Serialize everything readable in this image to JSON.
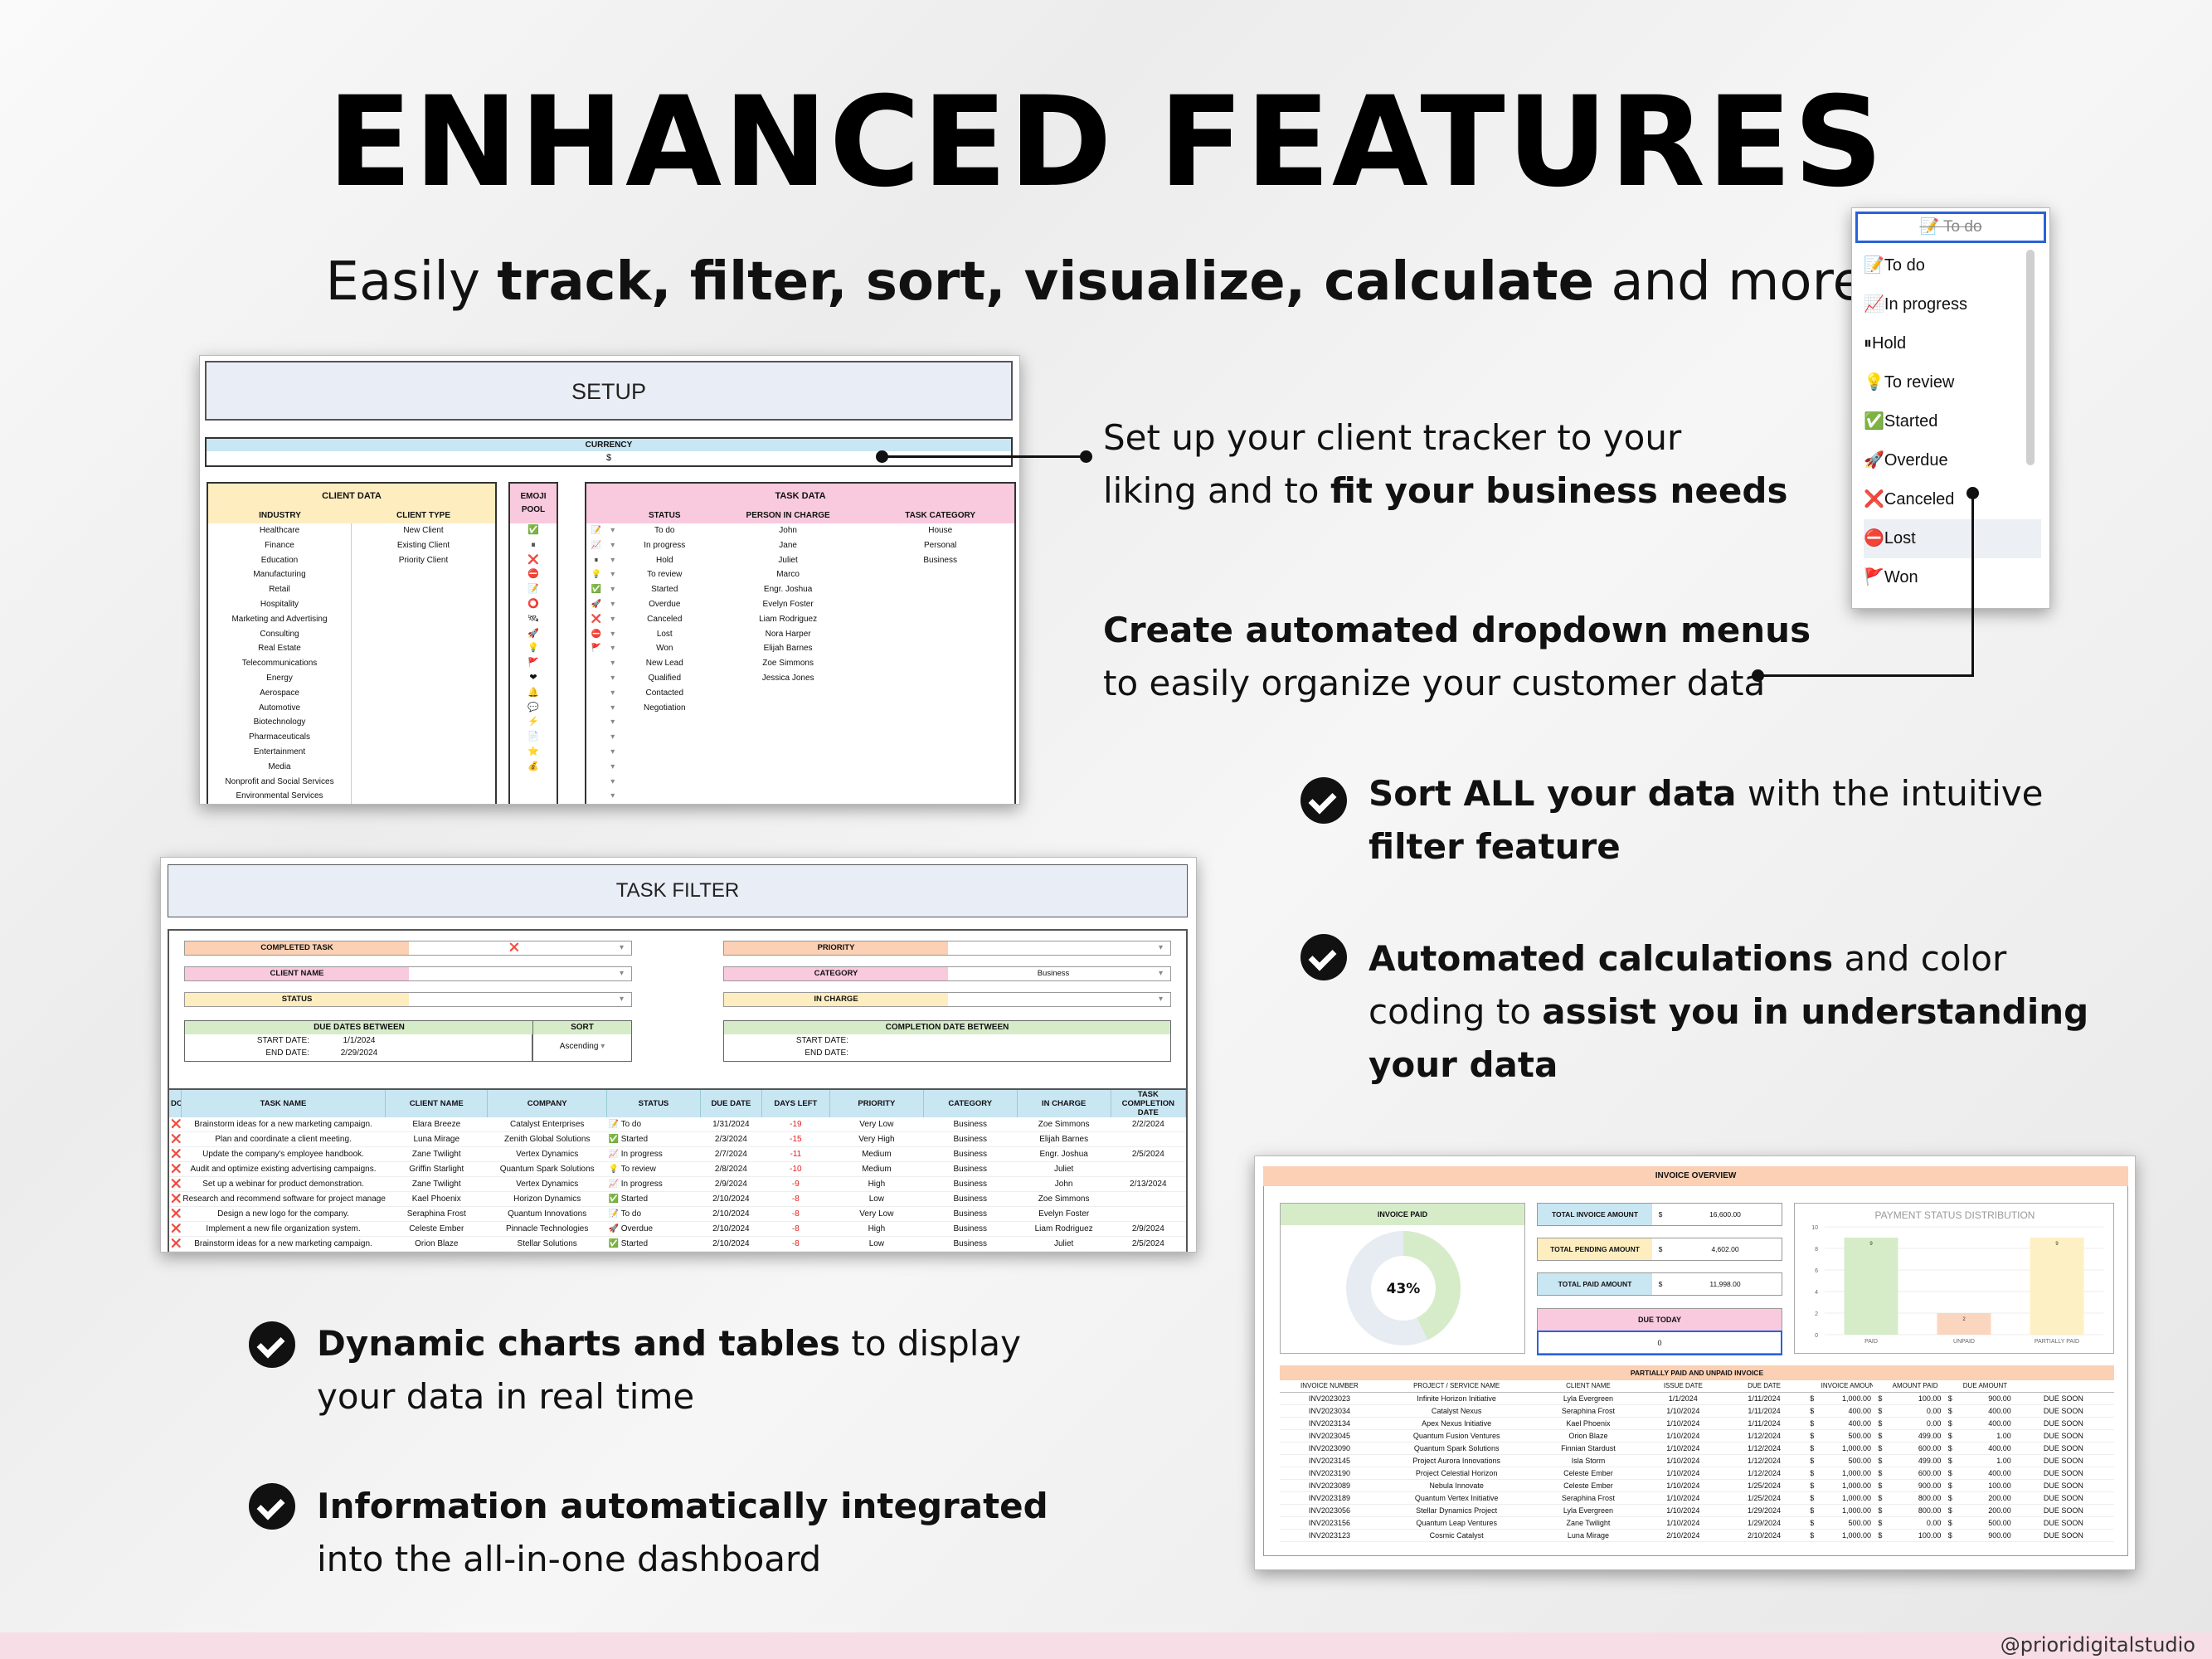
{
  "title": "ENHANCED FEATURES",
  "subtitle": {
    "p1": "Easily ",
    "p2": "track, filter, sort, visualize, calculate",
    "p3": " and more!"
  },
  "setup": {
    "title": "SETUP",
    "currency_label": "CURRENCY",
    "currency_value": "$",
    "client_data": {
      "title": "CLIENT DATA",
      "col1": "INDUSTRY",
      "col2": "CLIENT TYPE",
      "industries": [
        "Healthcare",
        "Finance",
        "Education",
        "Manufacturing",
        "Retail",
        "Hospitality",
        "Marketing and Advertising",
        "Consulting",
        "Real Estate",
        "Telecommunications",
        "Energy",
        "Aerospace",
        "Automotive",
        "Biotechnology",
        "Pharmaceuticals",
        "Entertainment",
        "Media",
        "Nonprofit and Social Services",
        "Environmental Services"
      ],
      "client_types": [
        "New Client",
        "Existing Client",
        "Priority Client"
      ]
    },
    "emoji_pool": {
      "title": "EMOJI POOL",
      "emojis": [
        "✅",
        "⏸",
        "❌",
        "⛔",
        "📝",
        "⭕",
        "🛰",
        "🚀",
        "💡",
        "🚩",
        "❤",
        "🔔",
        "💬",
        "⚡",
        "📄",
        "⭐",
        "💰"
      ]
    },
    "task_data": {
      "title": "TASK DATA",
      "col1": "STATUS",
      "col2": "PERSON IN CHARGE",
      "col3": "TASK CATEGORY",
      "rows": [
        {
          "icon": "📝",
          "status": "To do",
          "person": "John",
          "cat": "House"
        },
        {
          "icon": "📈",
          "status": "In progress",
          "person": "Jane",
          "cat": "Personal"
        },
        {
          "icon": "⏸",
          "status": "Hold",
          "person": "Juliet",
          "cat": "Business"
        },
        {
          "icon": "💡",
          "status": "To review",
          "person": "Marco",
          "cat": ""
        },
        {
          "icon": "✅",
          "status": "Started",
          "person": "Engr. Joshua",
          "cat": ""
        },
        {
          "icon": "🚀",
          "status": "Overdue",
          "person": "Evelyn Foster",
          "cat": ""
        },
        {
          "icon": "❌",
          "status": "Canceled",
          "person": "Liam Rodriguez",
          "cat": ""
        },
        {
          "icon": "⛔",
          "status": "Lost",
          "person": "Nora Harper",
          "cat": ""
        },
        {
          "icon": "🚩",
          "status": "Won",
          "person": "Elijah Barnes",
          "cat": ""
        },
        {
          "icon": "",
          "status": "New Lead",
          "person": "Zoe Simmons",
          "cat": ""
        },
        {
          "icon": "",
          "status": "Qualified",
          "person": "Jessica Jones",
          "cat": ""
        },
        {
          "icon": "",
          "status": "Contacted",
          "person": "",
          "cat": ""
        },
        {
          "icon": "",
          "status": "Negotiation",
          "person": "",
          "cat": ""
        },
        {
          "icon": "",
          "status": "",
          "person": "",
          "cat": ""
        },
        {
          "icon": "",
          "status": "",
          "person": "",
          "cat": ""
        },
        {
          "icon": "",
          "status": "",
          "person": "",
          "cat": ""
        },
        {
          "icon": "",
          "status": "",
          "person": "",
          "cat": ""
        },
        {
          "icon": "",
          "status": "",
          "person": "",
          "cat": ""
        },
        {
          "icon": "",
          "status": "",
          "person": "",
          "cat": ""
        }
      ]
    }
  },
  "callout_setup": {
    "l1": "Set up your client tracker to your",
    "l2a": "liking and to ",
    "l2b": "fit your business needs"
  },
  "dropdown": {
    "selected": "To do",
    "items": [
      {
        "icon": "📝",
        "label": "To do"
      },
      {
        "icon": "📈",
        "label": "In progress"
      },
      {
        "icon": "⏸",
        "label": "Hold"
      },
      {
        "icon": "💡",
        "label": "To review"
      },
      {
        "icon": "✅",
        "label": "Started"
      },
      {
        "icon": "🚀",
        "label": "Overdue"
      },
      {
        "icon": "❌",
        "label": "Canceled"
      },
      {
        "icon": "⛔",
        "label": "Lost"
      },
      {
        "icon": "🚩",
        "label": "Won"
      }
    ]
  },
  "callout_dropdown": {
    "l1": "Create automated dropdown menus",
    "l2": "to easily organize your customer data"
  },
  "features": [
    {
      "b1": "Sort ALL your data",
      "n1": " with the intuitive",
      "b2": "filter feature",
      "n2": "",
      "b3": "",
      "n3": ""
    },
    {
      "b1": "Automated calculations",
      "n1": " and color",
      "b2": "assist you in understanding",
      "n2pre": "coding to ",
      "b3": "your data"
    },
    {
      "b1": "Dynamic charts and tables",
      "n1": " to display",
      "l2": "your data in real time"
    },
    {
      "b1": "Information automatically integrated",
      "l2": "into the all-in-one dashboard"
    }
  ],
  "task_filter": {
    "title": "TASK FILTER",
    "completed_label": "COMPLETED TASK",
    "completed_value": "❌",
    "client_label": "CLIENT NAME",
    "status_label": "STATUS",
    "priority_label": "PRIORITY",
    "category_label": "CATEGORY",
    "category_value": "Business",
    "incharge_label": "IN CHARGE",
    "due_label": "DUE DATES BETWEEN",
    "sort_label": "SORT",
    "start_label": "START DATE:",
    "end_label": "END DATE:",
    "start_value": "1/1/2024",
    "end_value": "2/29/2024",
    "sort_value": "Ascending",
    "comp_label": "COMPLETION DATE BETWEEN",
    "headers": [
      "DONE",
      "TASK NAME",
      "CLIENT NAME",
      "COMPANY",
      "STATUS",
      "DUE DATE",
      "DAYS LEFT",
      "PRIORITY",
      "CATEGORY",
      "IN CHARGE",
      "TASK COMPLETION DATE"
    ],
    "rows": [
      [
        "❌",
        "Brainstorm ideas for a new marketing campaign.",
        "Elara Breeze",
        "Catalyst Enterprises",
        "📝 To do",
        "1/31/2024",
        "-19",
        "Very Low",
        "Business",
        "Zoe Simmons",
        "2/2/2024"
      ],
      [
        "❌",
        "Plan and coordinate a client meeting.",
        "Luna Mirage",
        "Zenith Global Solutions",
        "✅ Started",
        "2/3/2024",
        "-15",
        "Very High",
        "Business",
        "Elijah Barnes",
        ""
      ],
      [
        "❌",
        "Update the company's employee handbook.",
        "Zane Twilight",
        "Vertex Dynamics",
        "📈 In progress",
        "2/7/2024",
        "-11",
        "Medium",
        "Business",
        "Engr. Joshua",
        "2/5/2024"
      ],
      [
        "❌",
        "Audit and optimize existing advertising campaigns.",
        "Griffin Starlight",
        "Quantum Spark Solutions",
        "💡 To review",
        "2/8/2024",
        "-10",
        "Medium",
        "Business",
        "Juliet",
        ""
      ],
      [
        "❌",
        "Set up a webinar for product demonstration.",
        "Zane Twilight",
        "Vertex Dynamics",
        "📈 In progress",
        "2/9/2024",
        "-9",
        "High",
        "Business",
        "John",
        "2/13/2024"
      ],
      [
        "❌",
        "Research and recommend software for project management",
        "Kael Phoenix",
        "Horizon Dynamics",
        "✅ Started",
        "2/10/2024",
        "-8",
        "Low",
        "Business",
        "Zoe Simmons",
        ""
      ],
      [
        "❌",
        "Design a new logo for the company.",
        "Seraphina Frost",
        "Quantum Innovations",
        "📝 To do",
        "2/10/2024",
        "-8",
        "Very Low",
        "Business",
        "Evelyn Foster",
        ""
      ],
      [
        "❌",
        "Implement a new file organization system.",
        "Celeste Ember",
        "Pinnacle Technologies",
        "🚀 Overdue",
        "2/10/2024",
        "-8",
        "High",
        "Business",
        "Liam Rodriguez",
        "2/9/2024"
      ],
      [
        "❌",
        "Brainstorm ideas for a new marketing campaign.",
        "Orion Blaze",
        "Stellar Solutions",
        "✅ Started",
        "2/10/2024",
        "-8",
        "Low",
        "Business",
        "Juliet",
        "2/5/2024"
      ]
    ]
  },
  "invoice": {
    "title": "INVOICE OVERVIEW",
    "paid_label": "INVOICE PAID",
    "paid_pct": "43%",
    "paid_fraction": 0.43,
    "total_label": "TOTAL INVOICE AMOUNT",
    "total_cur": "$",
    "total_value": "16,600.00",
    "pending_label": "TOTAL PENDING AMOUNT",
    "pending_cur": "$",
    "pending_value": "4,602.00",
    "paidamt_label": "TOTAL PAID AMOUNT",
    "paidamt_cur": "$",
    "paidamt_value": "11,998.00",
    "due_label": "DUE TODAY",
    "due_value": "0",
    "section_title": "PARTIALLY PAID AND UNPAID INVOICE",
    "headers": [
      "INVOICE NUMBER",
      "PROJECT / SERVICE NAME",
      "CLIENT NAME",
      "ISSUE DATE",
      "DUE DATE",
      "INVOICE AMOUNT",
      "AMOUNT PAID",
      "DUE AMOUNT",
      ""
    ],
    "rows": [
      [
        "INV2023023",
        "Infinite Horizon Initiative",
        "Lyla Evergreen",
        "1/1/2024",
        "1/11/2024",
        "$",
        "1,000.00",
        "$",
        "100.00",
        "$",
        "900.00",
        "DUE SOON"
      ],
      [
        "INV2023034",
        "Catalyst Nexus",
        "Seraphina Frost",
        "1/10/2024",
        "1/11/2024",
        "$",
        "400.00",
        "$",
        "0.00",
        "$",
        "400.00",
        "DUE SOON"
      ],
      [
        "INV2023134",
        "Apex Nexus Initiative",
        "Kael Phoenix",
        "1/10/2024",
        "1/11/2024",
        "$",
        "400.00",
        "$",
        "0.00",
        "$",
        "400.00",
        "DUE SOON"
      ],
      [
        "INV2023045",
        "Quantum Fusion Ventures",
        "Orion Blaze",
        "1/10/2024",
        "1/12/2024",
        "$",
        "500.00",
        "$",
        "499.00",
        "$",
        "1.00",
        "DUE SOON"
      ],
      [
        "INV2023090",
        "Quantum Spark Solutions",
        "Finnian Stardust",
        "1/10/2024",
        "1/12/2024",
        "$",
        "1,000.00",
        "$",
        "600.00",
        "$",
        "400.00",
        "DUE SOON"
      ],
      [
        "INV2023145",
        "Project Aurora Innovations",
        "Isla Storm",
        "1/10/2024",
        "1/12/2024",
        "$",
        "500.00",
        "$",
        "499.00",
        "$",
        "1.00",
        "DUE SOON"
      ],
      [
        "INV2023190",
        "Project Celestial Horizon",
        "Celeste Ember",
        "1/10/2024",
        "1/12/2024",
        "$",
        "1,000.00",
        "$",
        "600.00",
        "$",
        "400.00",
        "DUE SOON"
      ],
      [
        "INV2023089",
        "Nebula Innovate",
        "Celeste Ember",
        "1/10/2024",
        "1/25/2024",
        "$",
        "1,000.00",
        "$",
        "900.00",
        "$",
        "100.00",
        "DUE SOON"
      ],
      [
        "INV2023189",
        "Quantum Vertex Initiative",
        "Seraphina Frost",
        "1/10/2024",
        "1/25/2024",
        "$",
        "1,000.00",
        "$",
        "800.00",
        "$",
        "200.00",
        "DUE SOON"
      ],
      [
        "INV2023056",
        "Stellar Dynamics Project",
        "Lyla Evergreen",
        "1/10/2024",
        "1/29/2024",
        "$",
        "1,000.00",
        "$",
        "800.00",
        "$",
        "200.00",
        "DUE SOON"
      ],
      [
        "INV2023156",
        "Quantum Leap Ventures",
        "Zane Twilight",
        "1/10/2024",
        "1/29/2024",
        "$",
        "500.00",
        "$",
        "0.00",
        "$",
        "500.00",
        "DUE SOON"
      ],
      [
        "INV2023123",
        "Cosmic Catalyst",
        "Luna Mirage",
        "2/10/2024",
        "2/10/2024",
        "$",
        "1,000.00",
        "$",
        "100.00",
        "$",
        "900.00",
        "DUE SOON"
      ]
    ]
  },
  "chart_data": {
    "type": "bar",
    "title": "PAYMENT STATUS DISTRIBUTION",
    "categories": [
      "PAID",
      "UNPAID",
      "PARTIALLY PAID"
    ],
    "values": [
      9,
      2,
      9
    ],
    "ylim": [
      0,
      10
    ],
    "yticks": [
      "10",
      "8",
      "6",
      "4",
      "2",
      "0"
    ],
    "colors": [
      "#d6ecc9",
      "#fbd6bf",
      "#fdf0c4"
    ]
  },
  "watermark": "@prioridigitalstudio",
  "colors": {
    "pink": "#f9c9dd",
    "orange": "#fbd0b4",
    "yellow": "#fdedbf",
    "blue": "#c9e6f3",
    "green": "#d6ecc9"
  }
}
